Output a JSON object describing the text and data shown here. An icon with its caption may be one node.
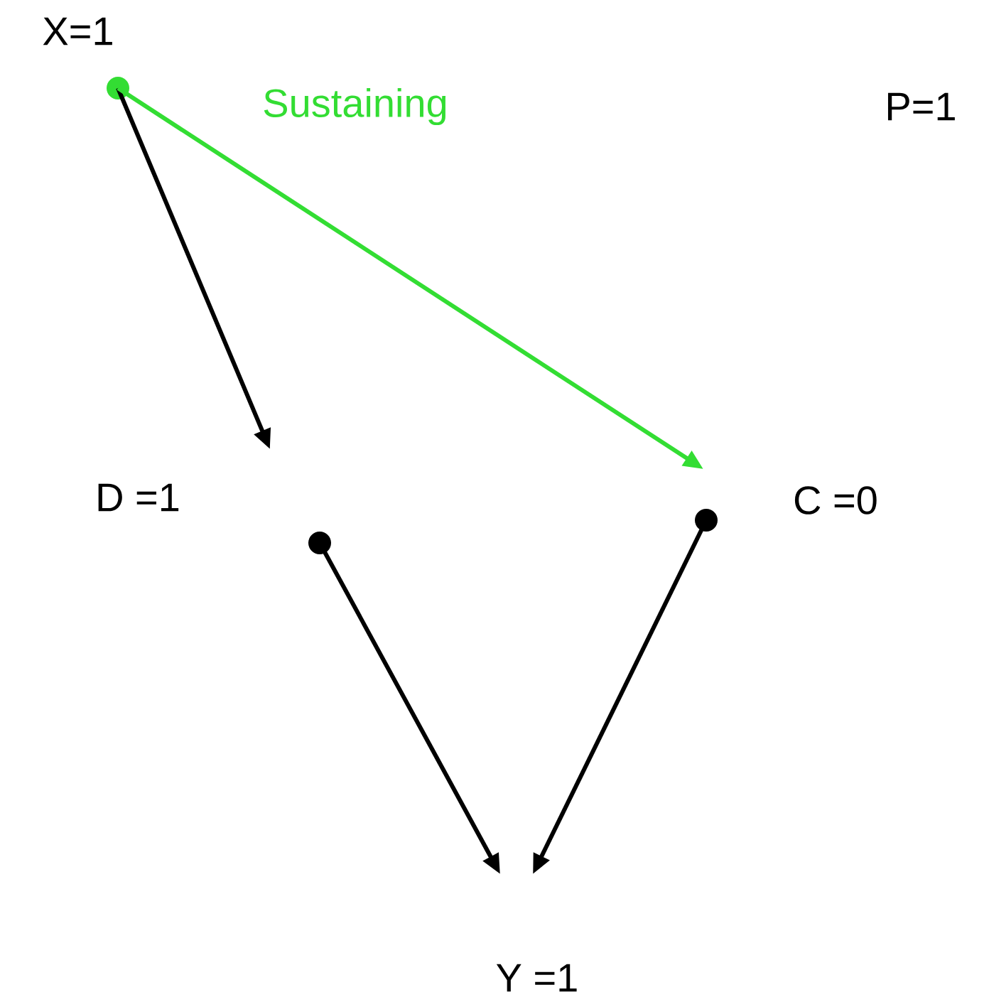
{
  "diagram": {
    "nodes": [
      {
        "text": [
          "X=1"
        ]
      },
      {
        "text": [
          "D =1"
        ]
      },
      {
        "text": [
          "C =0"
        ]
      },
      {
        "text": [
          "Y =1"
        ]
      }
    ],
    "edges": [
      {
        "from": 0,
        "to": 1,
        "arrow": "to"
      },
      {
        "from": 0,
        "to": 2,
        "arrow": "to",
        "label": "Sustaining",
        "color": "#33dd33"
      },
      {
        "from": 1,
        "to": 3,
        "arrow": "to"
      },
      {
        "from": 2,
        "to": 3,
        "arrow": "to"
      }
    ],
    "labels": [
      "P=1"
    ]
  }
}
